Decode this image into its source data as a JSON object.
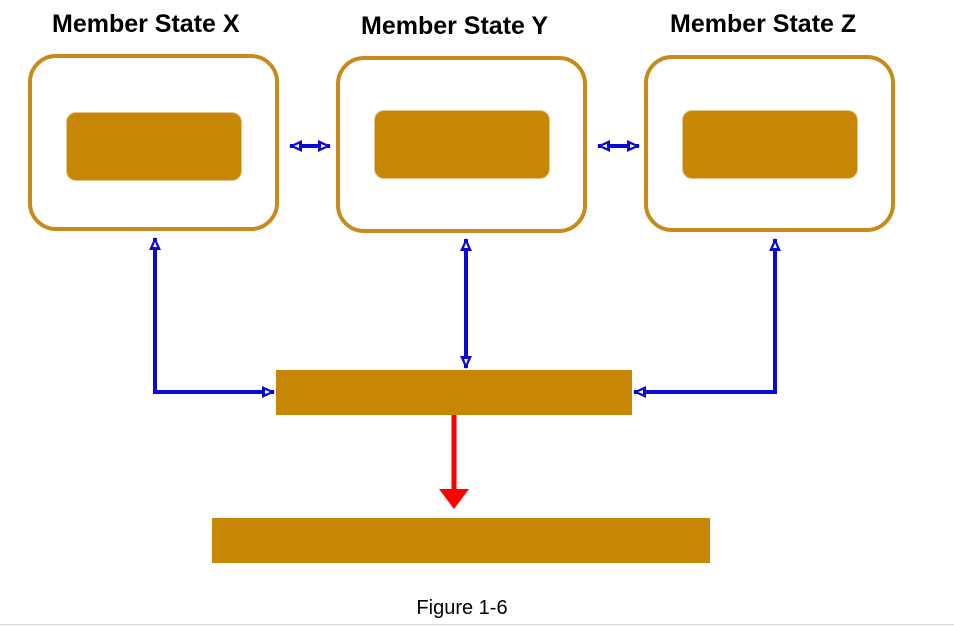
{
  "states": [
    {
      "id": "x",
      "title": "Member State X"
    },
    {
      "id": "y",
      "title": "Member State Y"
    },
    {
      "id": "z",
      "title": "Member State Z"
    }
  ],
  "caption": "Figure 1-6",
  "colors": {
    "box_border": "#c88a1c",
    "block_fill": "#c88605",
    "exchange_arrow": "#0a0ad2",
    "output_arrow": "#ff0000"
  }
}
